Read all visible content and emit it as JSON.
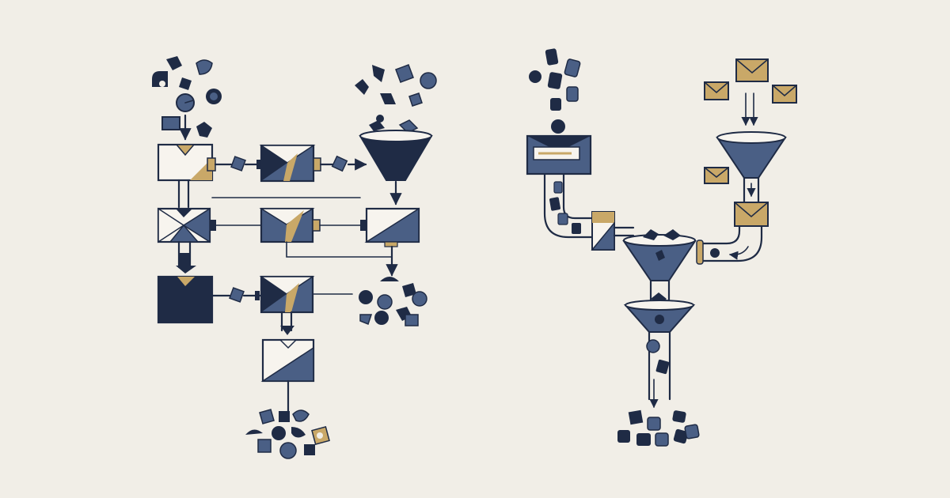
{
  "colors": {
    "background": "#f1eee7",
    "navy": "#1f2b45",
    "slate": "#4a5f85",
    "gold": "#c9a868",
    "paper": "#f7f4ee"
  },
  "left_panel": {
    "box_count": 7,
    "inputs": "scattered-shapes",
    "outputs": [
      "shape-pile-right",
      "shape-pile-bottom"
    ]
  },
  "right_panel": {
    "funnel_count": 3,
    "envelope_count": 5,
    "outputs": [
      "shape-pile-bottom"
    ]
  }
}
